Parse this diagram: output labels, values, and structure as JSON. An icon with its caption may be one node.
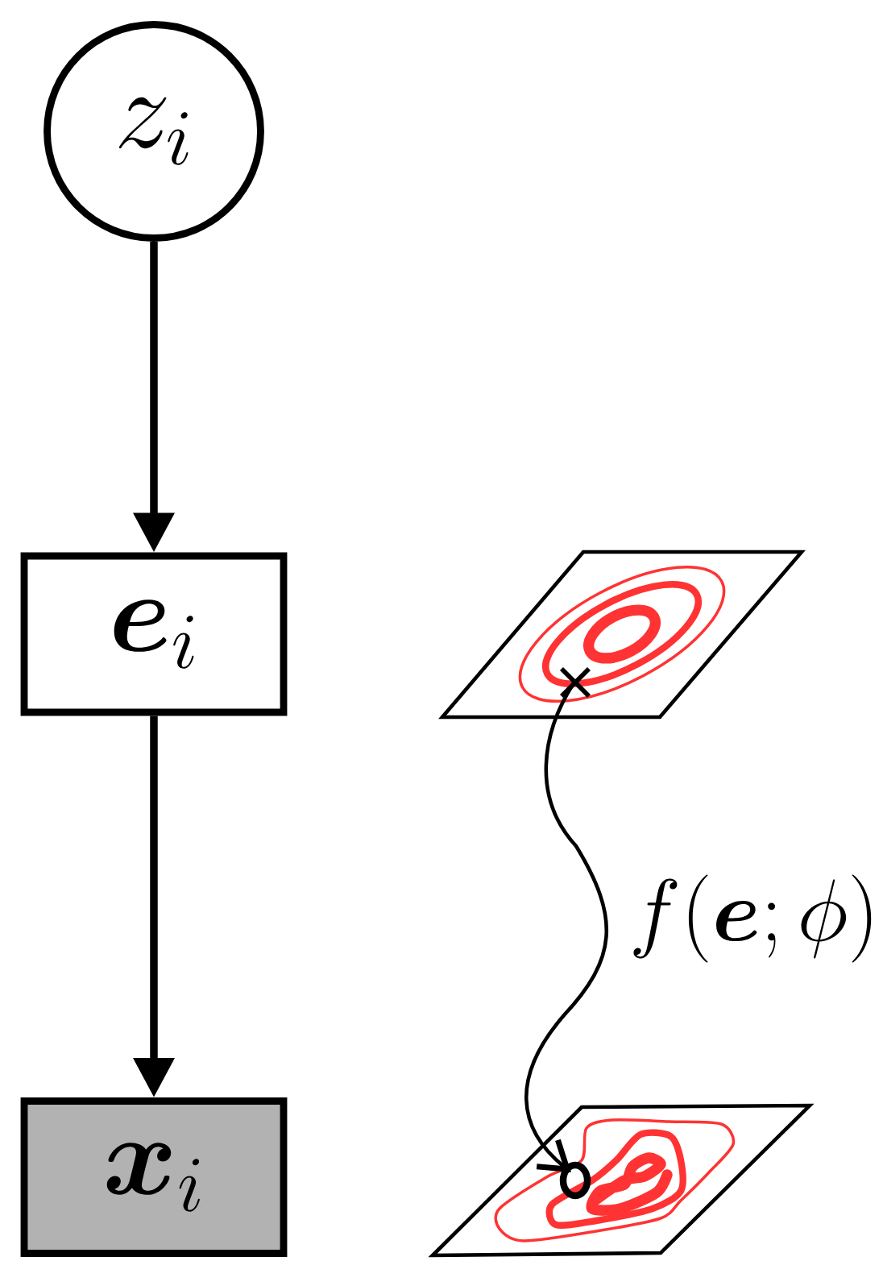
{
  "diagram": {
    "nodes": [
      {
        "text": [
          "z_i"
        ]
      },
      {
        "text": [
          "\\boldsymbol{e}_i"
        ]
      },
      {
        "text": [
          "\\boldsymbol{x}_i"
        ]
      },
      {
        "text": [],
        "shape": "picture"
      },
      {
        "text": [],
        "shape": "picture"
      }
    ],
    "edges": [
      {
        "from": 0,
        "to": 1,
        "arrow": "to"
      },
      {
        "from": 1,
        "to": 2,
        "arrow": "to"
      },
      {
        "from": 3,
        "to": 4,
        "arrow": "to",
        "label": "f(\\boldsymbol{e};\\phi)"
      }
    ]
  }
}
